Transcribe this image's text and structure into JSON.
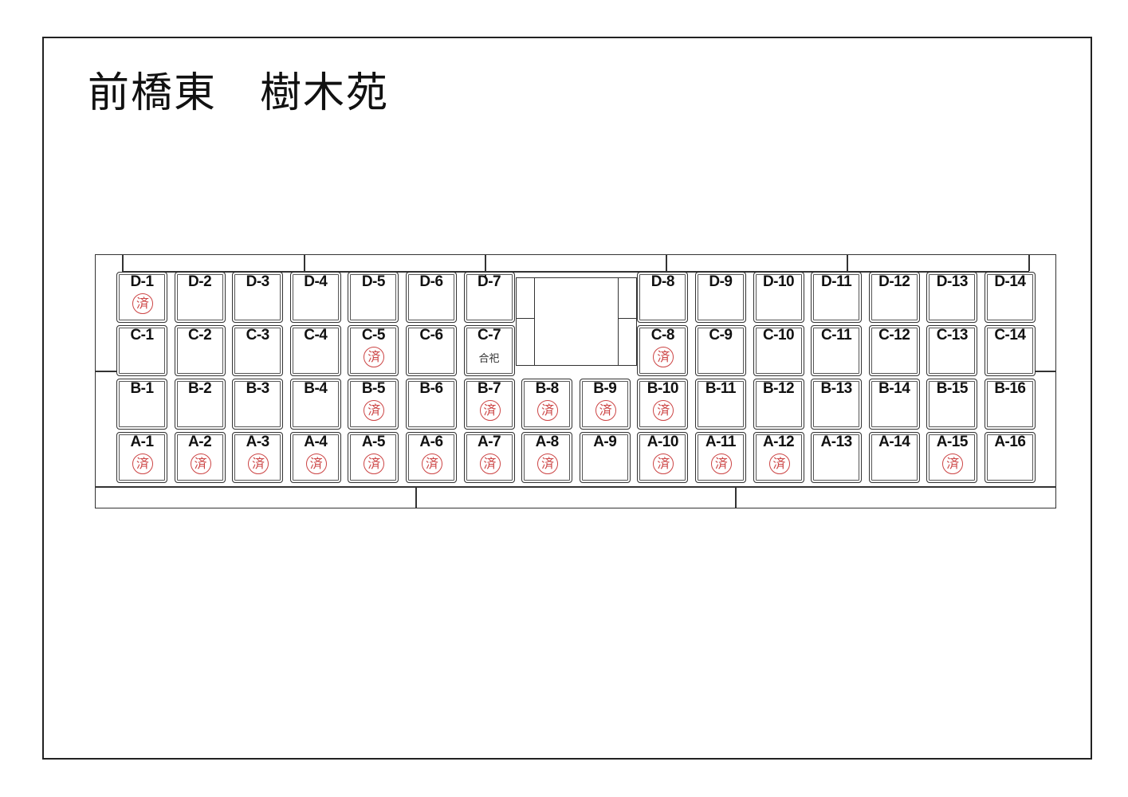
{
  "title": "前橋東　樹木苑",
  "stamp_text": "済",
  "colors": {
    "stamp": "#cc4444",
    "line": "#333333"
  },
  "rows": [
    {
      "name": "D",
      "plots": [
        {
          "label": "D-1",
          "stamped": true
        },
        {
          "label": "D-2"
        },
        {
          "label": "D-3"
        },
        {
          "label": "D-4"
        },
        {
          "label": "D-5"
        },
        {
          "label": "D-6"
        },
        {
          "label": "D-7"
        },
        {
          "gap": true
        },
        {
          "gap": true
        },
        {
          "label": "D-8"
        },
        {
          "label": "D-9"
        },
        {
          "label": "D-10"
        },
        {
          "label": "D-11"
        },
        {
          "label": "D-12"
        },
        {
          "label": "D-13"
        },
        {
          "label": "D-14"
        }
      ]
    },
    {
      "name": "C",
      "plots": [
        {
          "label": "C-1"
        },
        {
          "label": "C-2"
        },
        {
          "label": "C-3"
        },
        {
          "label": "C-4"
        },
        {
          "label": "C-5",
          "stamped": true
        },
        {
          "label": "C-6"
        },
        {
          "label": "C-7",
          "note": "合祀"
        },
        {
          "gap": true
        },
        {
          "gap": true
        },
        {
          "label": "C-8",
          "stamped": true
        },
        {
          "label": "C-9"
        },
        {
          "label": "C-10"
        },
        {
          "label": "C-11"
        },
        {
          "label": "C-12"
        },
        {
          "label": "C-13"
        },
        {
          "label": "C-14"
        }
      ]
    },
    {
      "name": "B",
      "plots": [
        {
          "label": "B-1"
        },
        {
          "label": "B-2"
        },
        {
          "label": "B-3"
        },
        {
          "label": "B-4"
        },
        {
          "label": "B-5",
          "stamped": true
        },
        {
          "label": "B-6"
        },
        {
          "label": "B-7",
          "stamped": true
        },
        {
          "label": "B-8",
          "stamped": true
        },
        {
          "label": "B-9",
          "stamped": true
        },
        {
          "label": "B-10",
          "stamped": true
        },
        {
          "label": "B-11"
        },
        {
          "label": "B-12"
        },
        {
          "label": "B-13"
        },
        {
          "label": "B-14"
        },
        {
          "label": "B-15"
        },
        {
          "label": "B-16"
        }
      ]
    },
    {
      "name": "A",
      "plots": [
        {
          "label": "A-1",
          "stamped": true
        },
        {
          "label": "A-2",
          "stamped": true
        },
        {
          "label": "A-3",
          "stamped": true
        },
        {
          "label": "A-4",
          "stamped": true
        },
        {
          "label": "A-5",
          "stamped": true
        },
        {
          "label": "A-6",
          "stamped": true
        },
        {
          "label": "A-7",
          "stamped": true
        },
        {
          "label": "A-8",
          "stamped": true
        },
        {
          "label": "A-9"
        },
        {
          "label": "A-10",
          "stamped": true
        },
        {
          "label": "A-11",
          "stamped": true
        },
        {
          "label": "A-12",
          "stamped": true
        },
        {
          "label": "A-13"
        },
        {
          "label": "A-14"
        },
        {
          "label": "A-15",
          "stamped": true
        },
        {
          "label": "A-16"
        }
      ]
    }
  ]
}
